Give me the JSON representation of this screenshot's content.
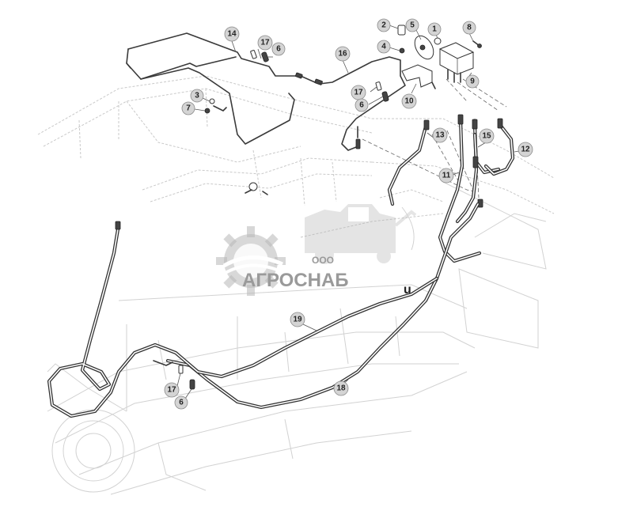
{
  "callouts": [
    {
      "id": "c14",
      "label": "14"
    },
    {
      "id": "c17a",
      "label": "17"
    },
    {
      "id": "c6a",
      "label": "6"
    },
    {
      "id": "c16",
      "label": "16"
    },
    {
      "id": "c17b",
      "label": "17"
    },
    {
      "id": "c6b",
      "label": "6"
    },
    {
      "id": "c3",
      "label": "3"
    },
    {
      "id": "c7",
      "label": "7"
    },
    {
      "id": "c2",
      "label": "2"
    },
    {
      "id": "c5",
      "label": "5"
    },
    {
      "id": "c1",
      "label": "1"
    },
    {
      "id": "c8",
      "label": "8"
    },
    {
      "id": "c4",
      "label": "4"
    },
    {
      "id": "c9",
      "label": "9"
    },
    {
      "id": "c10",
      "label": "10"
    },
    {
      "id": "c13",
      "label": "13"
    },
    {
      "id": "c15",
      "label": "15"
    },
    {
      "id": "c12",
      "label": "12"
    },
    {
      "id": "c11",
      "label": "11"
    },
    {
      "id": "c19",
      "label": "19"
    },
    {
      "id": "c18",
      "label": "18"
    },
    {
      "id": "c17c",
      "label": "17"
    },
    {
      "id": "c6c",
      "label": "6"
    }
  ],
  "watermark": {
    "prefix": "ООО",
    "name": "АГРОСНАБ",
    "suffix": "u",
    "color": "#9a9a9a"
  }
}
